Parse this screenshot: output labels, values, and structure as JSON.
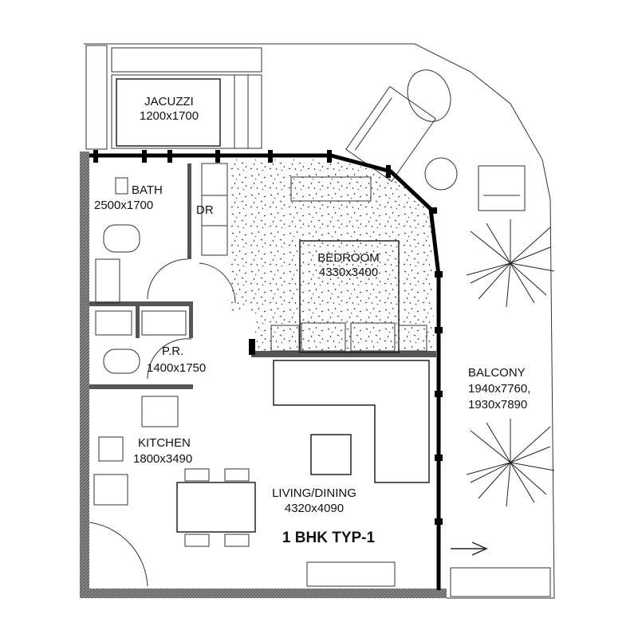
{
  "plan_title": "1 BHK TYP-1",
  "rooms": {
    "jacuzzi": {
      "name": "JACUZZI",
      "size": "1200x1700"
    },
    "bath": {
      "name": "BATH",
      "size": "2500x1700"
    },
    "dr": {
      "name": "DR"
    },
    "bedroom": {
      "name": "BEDROOM",
      "size": "4330x3400"
    },
    "pr": {
      "name": "P.R.",
      "size": "1400x1750"
    },
    "kitchen": {
      "name": "KITCHEN",
      "size": "1800x3490"
    },
    "living": {
      "name": "LIVING/DINING",
      "size": "4320x4090"
    },
    "balcony": {
      "name": "BALCONY",
      "size_1": "1940x7760,",
      "size_2": "1930x7890"
    }
  }
}
